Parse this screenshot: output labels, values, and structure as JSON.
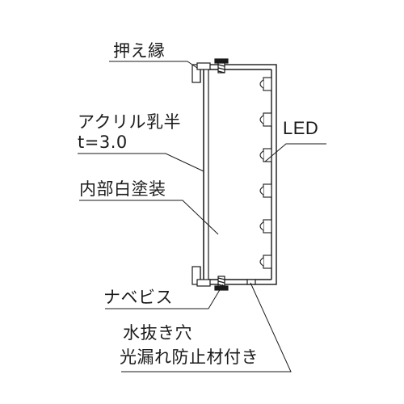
{
  "labels": {
    "osaebuchi": "押え縁",
    "acryl_line1": "アクリル乳半",
    "acryl_line2": "t=3.0",
    "naibu": "内部白塗装",
    "led": "LED",
    "nabebisu": "ナベビス",
    "mizunuki_line1": "水抜き穴",
    "mizunuki_line2": "光漏れ防止材付き"
  },
  "led_count": 6,
  "colors": {
    "line": "#1a1a1a",
    "background": "#ffffff"
  }
}
